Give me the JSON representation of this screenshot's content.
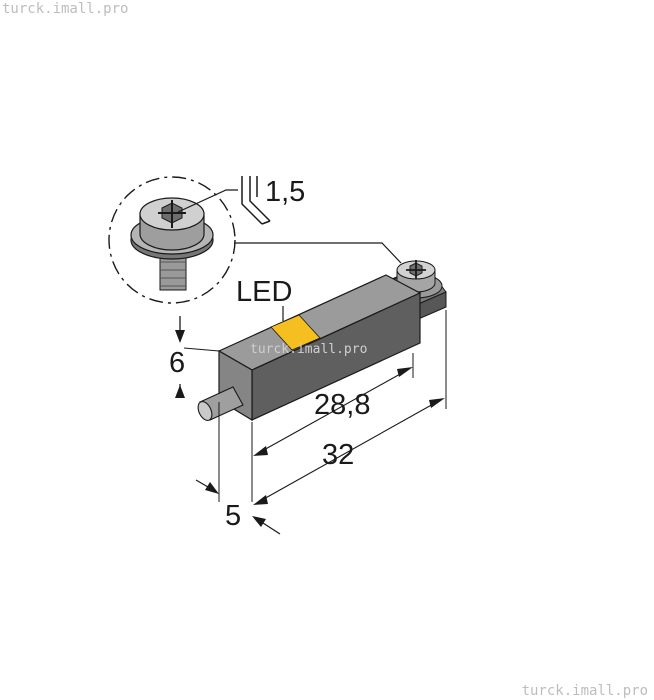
{
  "watermarks": {
    "top_left": "turck.imall.pro",
    "bottom_right": "turck.imall.pro",
    "center": "turck.imall.pro"
  },
  "labels": {
    "led": "LED",
    "torque": "1,5",
    "height": "6",
    "body_length": "28,8",
    "total_length": "32",
    "width": "5"
  },
  "colors": {
    "sensor_body": "#8c8c8c",
    "led_window": "#f5bf1f",
    "line": "#1a1a1a"
  },
  "icons": {
    "screwdriver": "hex-key-icon"
  }
}
